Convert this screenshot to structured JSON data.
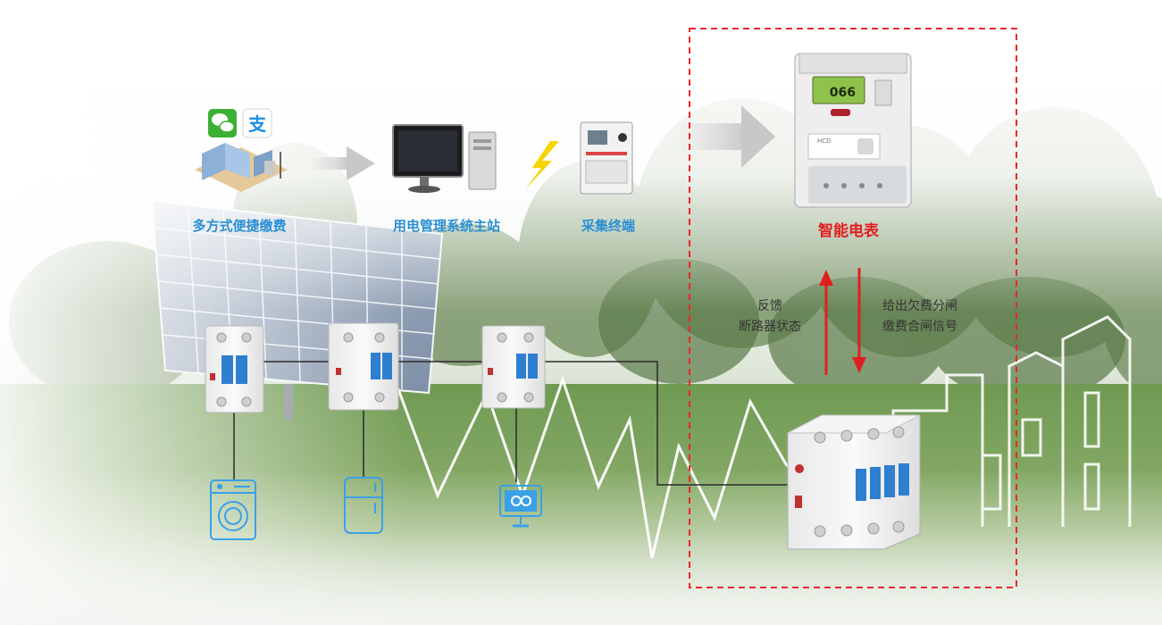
{
  "flow": {
    "payment_label": "多方式便捷缴费",
    "master_station_label": "用电管理系统主站",
    "terminal_label": "采集终端",
    "smart_meter_label": "智能电表"
  },
  "signals": {
    "feedback_line1": "反馈",
    "feedback_line2": "断路器状态",
    "command_line1": "给出欠费分闸",
    "command_line2": "缴费合闸信号"
  },
  "payment_icons": {
    "wechat_glyph": "●",
    "alipay_glyph": "支"
  },
  "meter": {
    "display_value": "066",
    "brand_text": "HCD"
  },
  "colors": {
    "blue_label": "#2a8fd4",
    "red_accent": "#e02020",
    "dashed_box": "#e8282a",
    "appliance_blue": "#3aa0e8",
    "wire": "#2a2a2a"
  },
  "icons": [
    "wechat-icon",
    "alipay-icon",
    "washing-machine-icon",
    "refrigerator-icon",
    "computer-monitor-icon",
    "lightning-icon"
  ]
}
